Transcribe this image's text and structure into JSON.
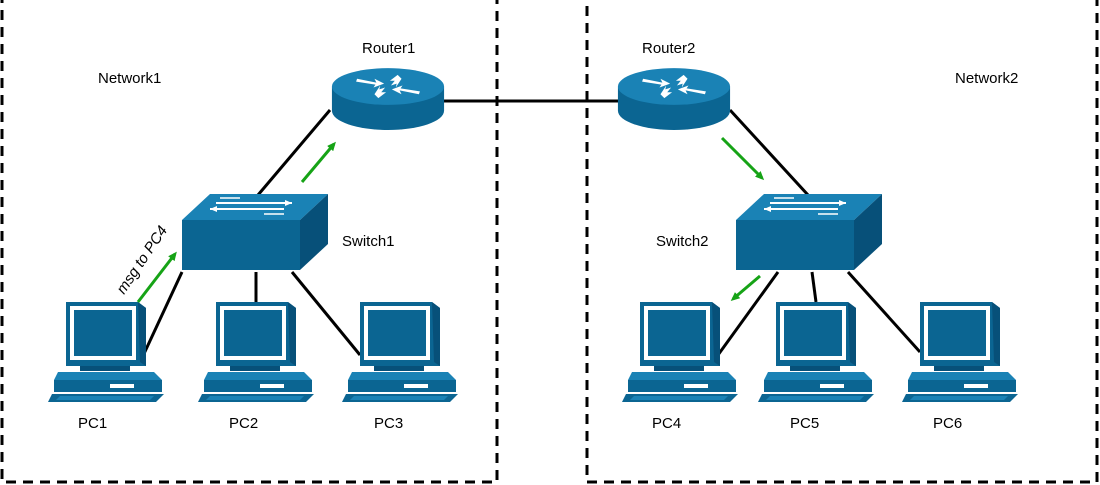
{
  "networks": [
    {
      "label": "Network1"
    },
    {
      "label": "Network2"
    }
  ],
  "routers": [
    {
      "label": "Router1"
    },
    {
      "label": "Router2"
    }
  ],
  "switches": [
    {
      "label": "Switch1"
    },
    {
      "label": "Switch2"
    }
  ],
  "pcs": [
    {
      "label": "PC1"
    },
    {
      "label": "PC2"
    },
    {
      "label": "PC3"
    },
    {
      "label": "PC4"
    },
    {
      "label": "PC5"
    },
    {
      "label": "PC6"
    }
  ],
  "message": {
    "label": "msg to PC4"
  },
  "colors": {
    "device": "#0b6592",
    "device_light": "#1a82b5",
    "device_dark": "#075079",
    "link": "#000000",
    "flow_arrow": "#16a316",
    "boundary": "#000000"
  },
  "icons": {
    "router": "router-icon",
    "switch": "switch-icon",
    "pc": "pc-icon",
    "arrow": "arrow-icon"
  }
}
